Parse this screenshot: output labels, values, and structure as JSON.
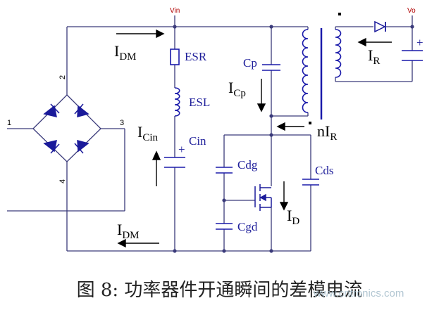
{
  "rails": {
    "vin": "Vin",
    "vo": "Vo"
  },
  "pins": {
    "p1": "1",
    "p2": "2",
    "p3": "3",
    "p4": "4"
  },
  "components": {
    "esr": "ESR",
    "esl": "ESL",
    "cin": "Cin",
    "cin_plus": "+",
    "cp": "Cp",
    "cdg": "Cdg",
    "cgd": "Cgd",
    "cds": "Cds",
    "out_plus": "+"
  },
  "currents": {
    "idm_top": {
      "main": "I",
      "sub": "DM"
    },
    "idm_bottom": {
      "main": "I",
      "sub": "DM"
    },
    "icin": {
      "main": "I",
      "sub": "Cin"
    },
    "icp": {
      "main": "I",
      "sub": "Cp"
    },
    "id": {
      "main": "I",
      "sub": "D"
    },
    "ir": {
      "main": "I",
      "sub": "R"
    },
    "nir": {
      "main": "nI",
      "sub": "R"
    }
  },
  "caption": "图 8: 功率器件开通瞬间的差模电流",
  "watermark": "www.cntronics.com",
  "colors": {
    "wire": "#3a3a7a",
    "component": "#1a1aaa",
    "diode": "#1a1a9a",
    "rail_label": "#b00000"
  }
}
